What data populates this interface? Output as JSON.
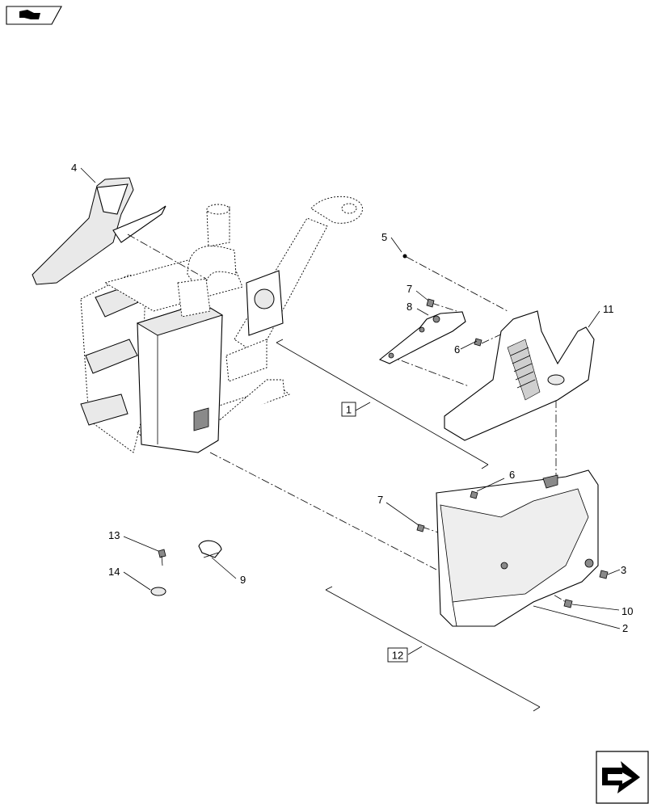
{
  "callouts": {
    "c1": "1",
    "c2": "2",
    "c3": "3",
    "c4": "4",
    "c5": "5",
    "c6a": "6",
    "c6b": "6",
    "c7a": "7",
    "c7b": "7",
    "c8": "8",
    "c9": "9",
    "c10": "10",
    "c11": "11",
    "c12": "12",
    "c13": "13",
    "c14": "14"
  },
  "icons": {
    "top_left": "book-icon",
    "bottom_right": "next-page-arrow-icon"
  }
}
